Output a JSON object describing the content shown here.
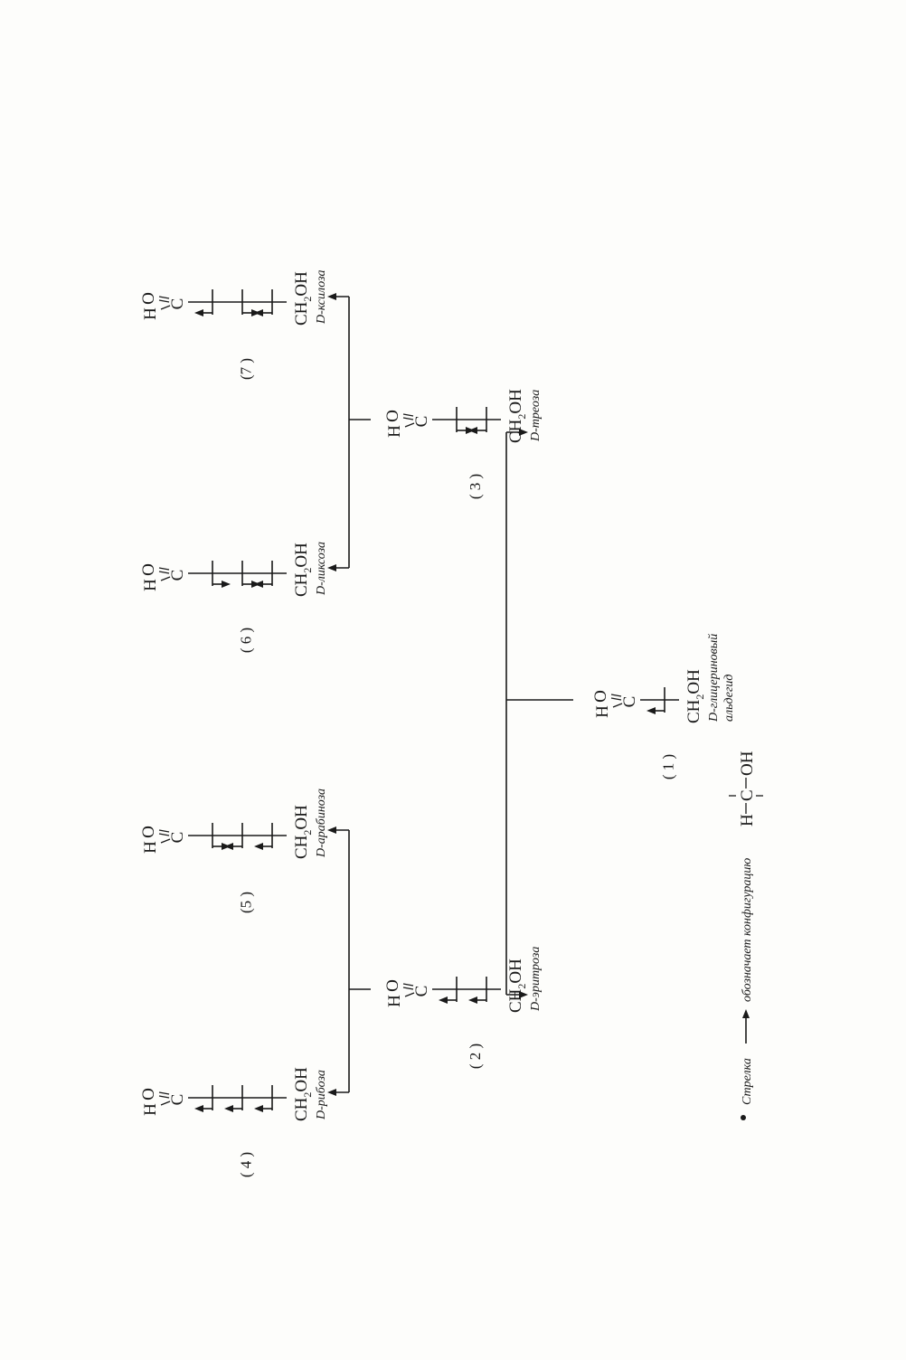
{
  "compounds": [
    {
      "id": "glyceraldehyde",
      "number": "( 1 )",
      "name_lines": [
        "D-глицериновый",
        "альдегид"
      ],
      "top_group": "CH2OH",
      "aldehyde": {
        "h": "H",
        "c": "C",
        "o": "O"
      },
      "oh_directions": [
        "right"
      ]
    },
    {
      "id": "erythrose",
      "number": "( 2 )",
      "name_lines": [
        "D-эритроза"
      ],
      "top_group": "CH2OH",
      "aldehyde": {
        "h": "H",
        "c": "C",
        "o": "O"
      },
      "oh_directions": [
        "right",
        "right"
      ]
    },
    {
      "id": "threose",
      "number": "( 3 )",
      "name_lines": [
        "D-треоза"
      ],
      "top_group": "CH2OH",
      "aldehyde": {
        "h": "H",
        "c": "C",
        "o": "O"
      },
      "oh_directions": [
        "left",
        "right"
      ]
    },
    {
      "id": "ribose",
      "number": "( 4 )",
      "name_lines": [
        "D-рибоза"
      ],
      "top_group": "CH2OH",
      "aldehyde": {
        "h": "H",
        "c": "C",
        "o": "O"
      },
      "oh_directions": [
        "right",
        "right",
        "right"
      ]
    },
    {
      "id": "arabinose",
      "number": "(5 )",
      "name_lines": [
        "D-арабиноза"
      ],
      "top_group": "CH2OH",
      "aldehyde": {
        "h": "H",
        "c": "C",
        "o": "O"
      },
      "oh_directions": [
        "left",
        "right",
        "right"
      ]
    },
    {
      "id": "lyxose",
      "number": "( 6 )",
      "name_lines": [
        "D-ликсоза"
      ],
      "top_group": "CH2OH",
      "aldehyde": {
        "h": "H",
        "c": "C",
        "o": "O"
      },
      "oh_directions": [
        "left",
        "left",
        "right"
      ]
    },
    {
      "id": "xylose",
      "number": "(7 )",
      "name_lines": [
        "D-ксилоза"
      ],
      "top_group": "CH2OH",
      "aldehyde": {
        "h": "H",
        "c": "C",
        "o": "O"
      },
      "oh_directions": [
        "right",
        "left",
        "right"
      ]
    }
  ],
  "legend": {
    "prefix": "Стрелка",
    "middle": "обозначает конфигурацию",
    "formula": {
      "h": "H",
      "c": "C",
      "oh": "OH"
    }
  }
}
